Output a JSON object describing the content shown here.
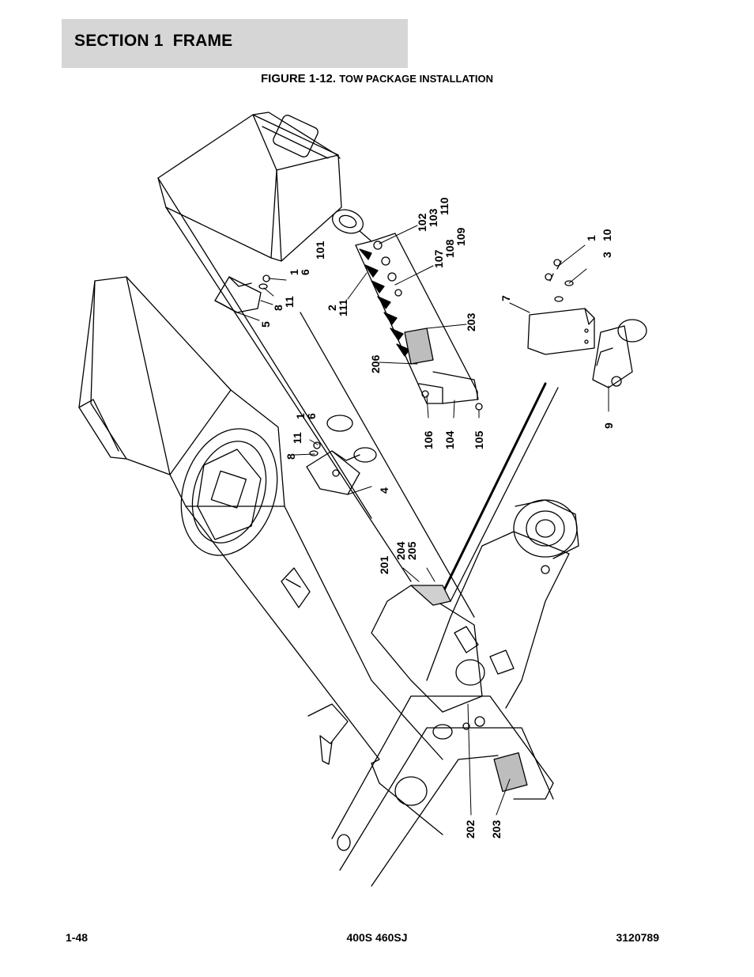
{
  "header": {
    "section_title": "SECTION 1  FRAME"
  },
  "figure": {
    "label": "FIGURE 1-12.",
    "title": "TOW PACKAGE INSTALLATION",
    "callouts": {
      "c1a": "1",
      "c6a": "6",
      "c11a": "11",
      "c8a": "8",
      "c5": "5",
      "c1b": "1",
      "c6b": "6",
      "c11b": "11",
      "c8b": "8",
      "c4": "4",
      "c101": "101",
      "c102": "102",
      "c103": "103",
      "c110": "110",
      "c107": "107",
      "c108": "108",
      "c109": "109",
      "c2": "2",
      "c111": "111",
      "c203a": "203",
      "c206": "206",
      "c106": "106",
      "c104": "104",
      "c105": "105",
      "c1c": "1",
      "c10": "10",
      "c3": "3",
      "c7": "7",
      "c9": "9",
      "c201": "201",
      "c204": "204",
      "c205": "205",
      "c202": "202",
      "c203b": "203"
    }
  },
  "footer": {
    "page_number": "1-48",
    "model": "400S 460SJ",
    "doc_number": "3120789"
  }
}
